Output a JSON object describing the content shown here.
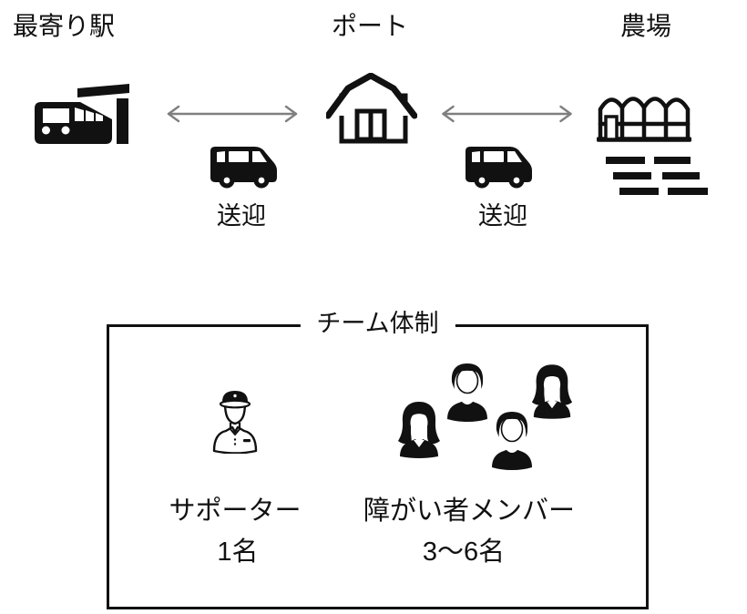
{
  "colors": {
    "ink": "#111111",
    "arrow": "#7f7f7f",
    "background": "#ffffff"
  },
  "route": {
    "stations": [
      {
        "label": "最寄り駅",
        "icon": "train-station-icon"
      },
      {
        "label": "ポート",
        "icon": "port-house-icon"
      },
      {
        "label": "農場",
        "icon": "greenhouse-icon"
      }
    ],
    "legs": [
      {
        "label": "送迎",
        "icon": "shuttle-van-icon"
      },
      {
        "label": "送迎",
        "icon": "shuttle-van-icon"
      }
    ]
  },
  "team": {
    "title": "チーム体制",
    "roles": [
      {
        "name": "サポーター",
        "count": "1名",
        "icon": "supporter-icon"
      },
      {
        "name": "障がい者メンバー",
        "count": "3〜6名",
        "icon": "members-group-icon"
      }
    ]
  }
}
